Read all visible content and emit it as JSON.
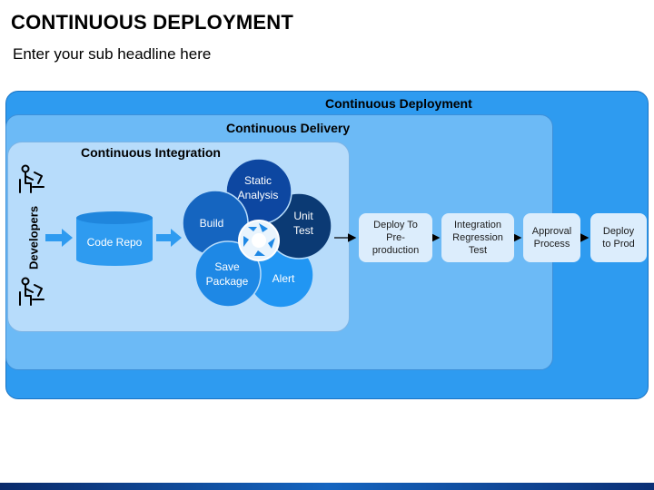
{
  "title": "CONTINUOUS DEPLOYMENT",
  "subtitle": "Enter your sub headline here",
  "containers": {
    "deployment": "Continuous  Deployment",
    "delivery": "Continuous Delivery",
    "integration": "Continuous  Integration"
  },
  "developers_label": "Developers",
  "code_repo": "Code Repo",
  "petals": {
    "static_analysis": [
      "Static",
      "Analysis"
    ],
    "build": "Build",
    "unit_test": [
      "Unit",
      "Test"
    ],
    "save_package": [
      "Save",
      "Package"
    ],
    "alert": "Alert"
  },
  "stages": [
    [
      "Deploy To",
      "Pre-",
      "production"
    ],
    [
      "Integration",
      "Regression",
      "Test"
    ],
    [
      "Approval",
      "Process"
    ],
    [
      "Deploy",
      "to Prod"
    ]
  ],
  "colors": {
    "deployment_bg": "#2e9bf0",
    "delivery_bg": "#6cbaf6",
    "integration_bg": "#b7dcfb",
    "petal_dark": "#0b3a74",
    "petal_mid": "#1565c0",
    "petal_light": "#2196f3",
    "stage_bg": "#dcedfc"
  },
  "icons": [
    "developer-icon",
    "cycle-arrows-icon",
    "arrow-right-icon"
  ]
}
